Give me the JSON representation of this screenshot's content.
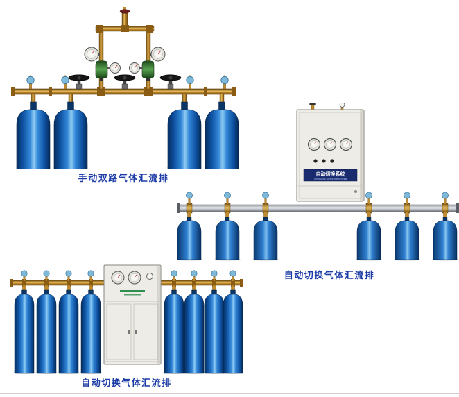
{
  "page": {
    "background": "#ffffff"
  },
  "colors": {
    "caption_blue": "#1c3ba6",
    "valve_knob_blue": "#7fb9d9",
    "panel_navy": "#1a2a6e",
    "brass": "#c08a2e",
    "brass_dark": "#6e4a0e",
    "cylinder_blue": "#1a6ec2",
    "cabinet_body": "#edece7",
    "cabinet_border": "#85847e",
    "regulator_green": "#3f8a3a",
    "pipe_silver": "#c9ccd2"
  },
  "figures": [
    {
      "id": "manual-dual-manifold",
      "caption": "手动双路气体汇流排"
    },
    {
      "id": "auto-switch-manifold-wall",
      "caption": "自动切换气体汇流排",
      "cabinet_label": "自动切换系统",
      "cabinet_sublabel": "AUTOMATIC MANIFOLD SYSTEM"
    },
    {
      "id": "auto-switch-manifold-floor",
      "caption": "自动切换气体汇流排"
    }
  ]
}
